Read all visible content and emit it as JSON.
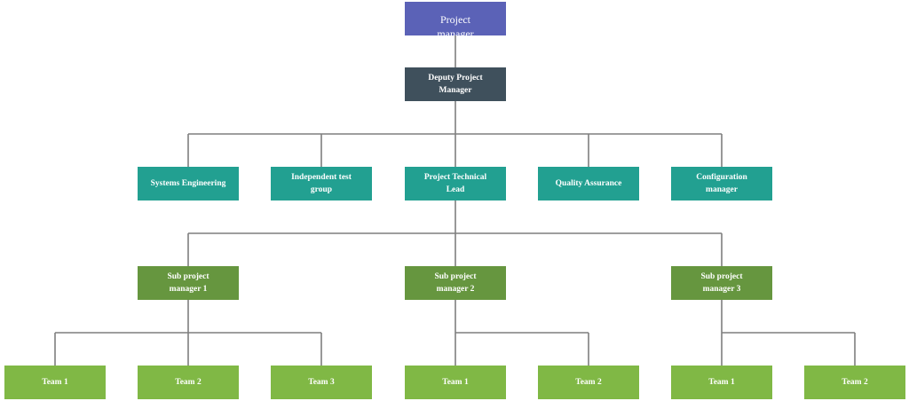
{
  "chart": {
    "top": {
      "label": "Project\nmanager",
      "color": "#5b62b7"
    },
    "deputy": {
      "label": "Deputy Project\nManager",
      "color": "#3f505c"
    },
    "departments": [
      {
        "label": "Systems  Engineering"
      },
      {
        "label": "Independent test\ngroup"
      },
      {
        "label": "Project Technical\nLead"
      },
      {
        "label": "Quality Assurance"
      },
      {
        "label": "Configuration\nmanager"
      }
    ],
    "subprojects": [
      {
        "label": "Sub project\nmanager 1",
        "teams": [
          "Team 1",
          "Team 2",
          "Team 3"
        ]
      },
      {
        "label": "Sub project\nmanager 2",
        "teams": [
          "Team 1",
          "Team 2"
        ]
      },
      {
        "label": "Sub project\nmanager 3",
        "teams": [
          "Team 1",
          "Team 2"
        ]
      }
    ],
    "colors": {
      "department": "#22a091",
      "subproject": "#66963f",
      "team": "#80b845",
      "connector": "#7f7f7f"
    }
  }
}
